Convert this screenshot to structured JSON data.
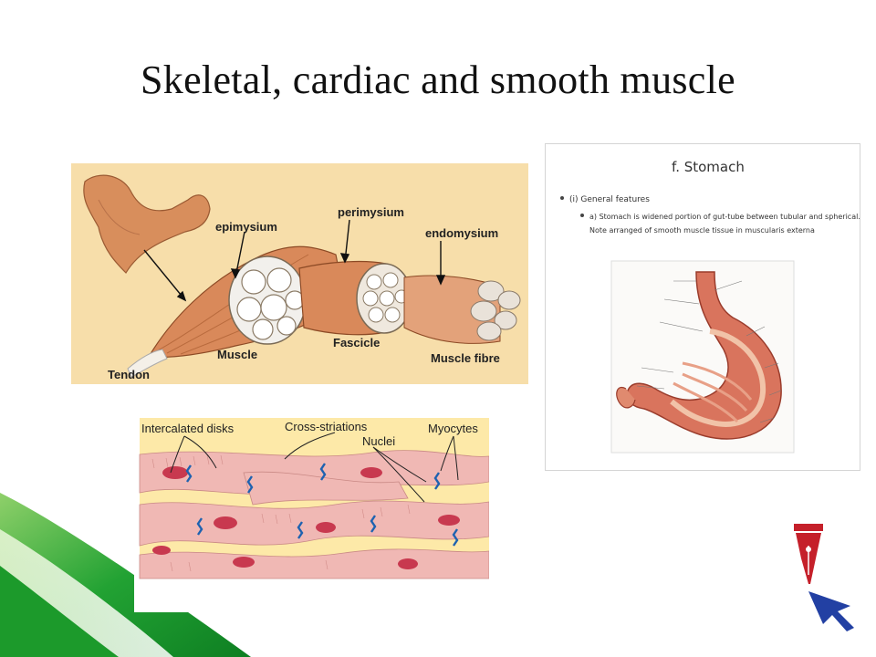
{
  "slide": {
    "title": "Skeletal, cardiac and smooth muscle"
  },
  "skeletal": {
    "labels": {
      "epimysium": "epimysium",
      "perimysium": "perimysium",
      "endomysium": "endomysium",
      "muscle": "Muscle",
      "fascicle": "Fascicle",
      "muscle_fibre": "Muscle fibre",
      "tendon": "Tendon"
    }
  },
  "stomach": {
    "heading": "f. Stomach",
    "lines": [
      "(i) General features",
      "a) Stomach is widened portion of gut-tube between tubular and spherical.",
      "Note arranged of smooth muscle tissue in muscularis externa"
    ]
  },
  "cardiac": {
    "labels": {
      "intercalated_disks": "Intercalated disks",
      "cross_striations": "Cross-striations",
      "myocytes": "Myocytes",
      "nuclei": "Nuclei"
    }
  },
  "colors": {
    "skeletal_bg": "#f7deaa",
    "cardiac_bg": "#fde9a8",
    "muscle_pink": "#efb3b1",
    "nucleus": "#c8394f",
    "disk": "#1e62b0",
    "logo_red": "#c5202a",
    "logo_blue": "#2240a3",
    "corner_green": "#1f9a2e"
  }
}
